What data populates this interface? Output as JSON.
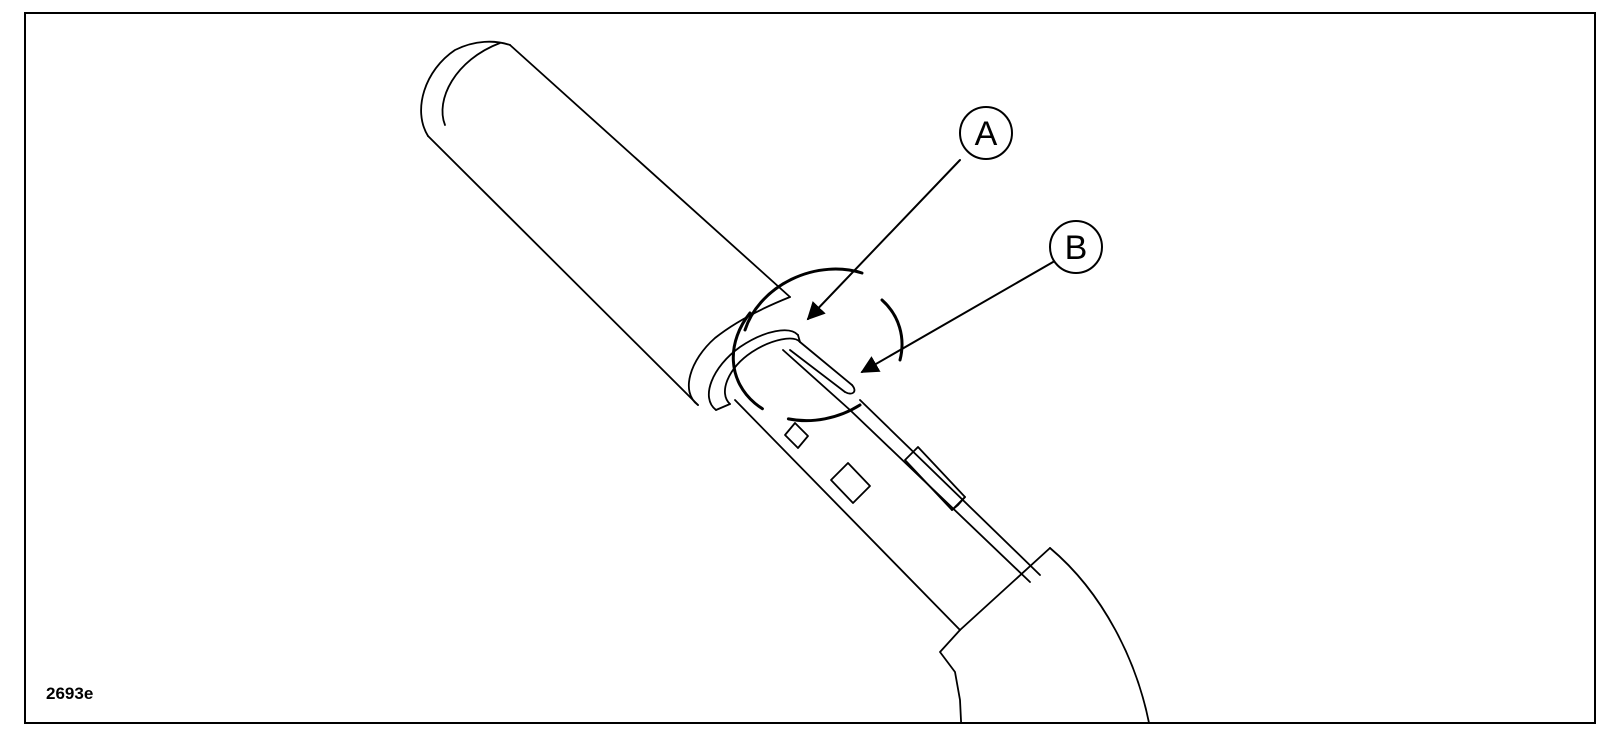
{
  "figure": {
    "id_label": "2693e",
    "callouts": [
      {
        "key": "a",
        "letter": "A"
      },
      {
        "key": "b",
        "letter": "B"
      }
    ],
    "line_color": "#000000",
    "background": "#ffffff"
  }
}
